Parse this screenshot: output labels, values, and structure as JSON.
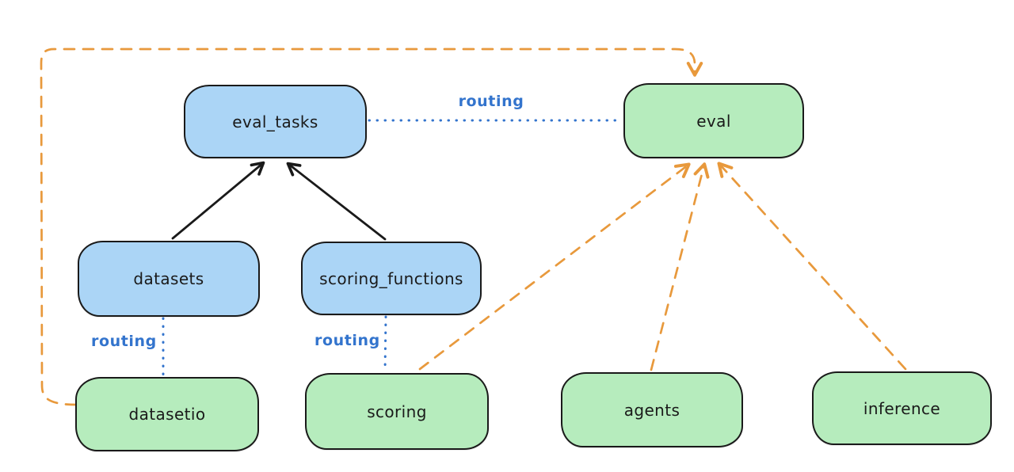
{
  "diagram_title": "",
  "nodes": {
    "eval_tasks": {
      "label": "eval_tasks",
      "kind": "registry"
    },
    "eval": {
      "label": "eval",
      "kind": "provider"
    },
    "datasets": {
      "label": "datasets",
      "kind": "registry"
    },
    "scoring_functions": {
      "label": "scoring_functions",
      "kind": "registry"
    },
    "datasetio": {
      "label": "datasetio",
      "kind": "provider"
    },
    "scoring": {
      "label": "scoring",
      "kind": "provider"
    },
    "agents": {
      "label": "agents",
      "kind": "provider"
    },
    "inference": {
      "label": "inference",
      "kind": "provider"
    }
  },
  "edges": {
    "eval_tasks_to_eval": {
      "from": "eval_tasks",
      "to": "eval",
      "label": "routing",
      "style": "dotted-blue"
    },
    "datasets_to_datasetio": {
      "from": "datasets",
      "to": "datasetio",
      "label": "routing",
      "style": "dotted-blue"
    },
    "scoring_functions_to_scoring": {
      "from": "scoring_functions",
      "to": "scoring",
      "label": "routing",
      "style": "dotted-blue"
    },
    "datasets_to_eval_tasks": {
      "from": "datasets",
      "to": "eval_tasks",
      "style": "solid-black-arrow"
    },
    "scoring_functions_to_eval_tasks": {
      "from": "scoring_functions",
      "to": "eval_tasks",
      "style": "solid-black-arrow"
    },
    "datasetio_to_eval": {
      "from": "datasetio",
      "to": "eval",
      "style": "dashed-orange-arrow"
    },
    "scoring_to_eval": {
      "from": "scoring",
      "to": "eval",
      "style": "dashed-orange-arrow"
    },
    "agents_to_eval": {
      "from": "agents",
      "to": "eval",
      "style": "dashed-orange-arrow"
    },
    "inference_to_eval": {
      "from": "inference",
      "to": "eval",
      "style": "dashed-orange-arrow"
    }
  },
  "colors": {
    "registry_fill": "#abd5f6",
    "provider_fill": "#b6ecbd",
    "node_stroke": "#1a1a1a",
    "node_text": "#1a1a1a",
    "routing_blue": "#3374cd",
    "arrow_orange": "#e8993c",
    "arrow_black": "#1a1a1a",
    "background": "#ffffff"
  }
}
